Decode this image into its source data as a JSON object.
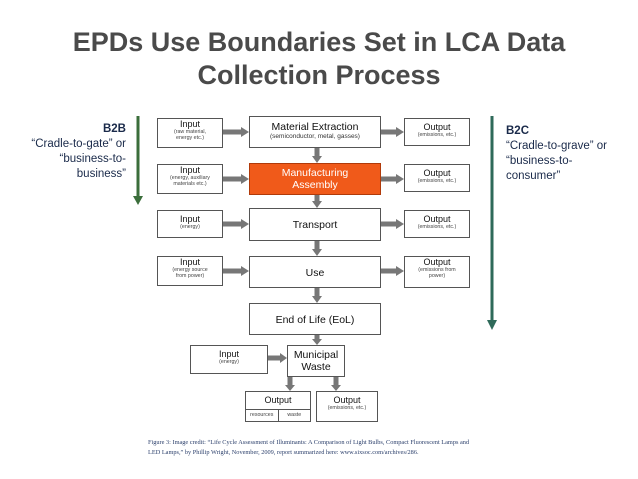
{
  "title": {
    "line1": "EPDs Use Boundaries Set in LCA Data",
    "line2": "Collection Process"
  },
  "b2b": {
    "heading": "B2B",
    "lines": [
      "“Cradle-to-gate” or",
      "“business-to-",
      "business”"
    ]
  },
  "b2c": {
    "heading": "B2C",
    "lines": [
      "“Cradle-to-grave” or",
      "“business-to-",
      "consumer”"
    ]
  },
  "stages": [
    {
      "title": "Material Extraction",
      "sub": "(semiconductor, metal, gasses)"
    },
    {
      "title": "Manufacturing",
      "title2": "Assembly",
      "sub": ""
    },
    {
      "title": "Transport",
      "sub": ""
    },
    {
      "title": "Use",
      "sub": ""
    },
    {
      "title": "End of Life (EoL)",
      "sub": ""
    }
  ],
  "inputs": [
    {
      "title": "Input",
      "sub1": "(raw material,",
      "sub2": "energy etc.)"
    },
    {
      "title": "Input",
      "sub1": "(energy, auxiliary",
      "sub2": "materials etc.)"
    },
    {
      "title": "Input",
      "sub1": "(energy)",
      "sub2": ""
    },
    {
      "title": "Input",
      "sub1": "(energy source",
      "sub2": "from power)"
    }
  ],
  "outputs": [
    {
      "title": "Output",
      "sub1": "(emissions, etc.)",
      "sub2": ""
    },
    {
      "title": "Output",
      "sub1": "(emissions, etc.)",
      "sub2": ""
    },
    {
      "title": "Output",
      "sub1": "(emissions, etc.)",
      "sub2": ""
    },
    {
      "title": "Output",
      "sub1": "(emissions from",
      "sub2": "power)"
    }
  ],
  "waste": {
    "input_title": "Input",
    "input_sub": "(energy)",
    "municipal_line1": "Municipal",
    "municipal_line2": "Waste",
    "output_left_title": "Output",
    "output_left_cell1": "resources",
    "output_left_cell2": "waste",
    "output_right_title": "Output",
    "output_right_sub": "(emissions, etc.)"
  },
  "caption": {
    "line1": "Figure 3:  Image credit: “Life Cycle Assessment of Illuminants: A Comparison of Light Bulbs, Compact Fluorescent Lamps and",
    "line2": "LED Lamps,” by Phillip Wright, November, 2009, report summarized here: www.sixsoc.com/archives/286."
  },
  "colors": {
    "title": "#4a4a4a",
    "manufacturing": "#f05a1a",
    "b2b_arrow": "#3b6e3b",
    "b2c_arrow": "#2f6a5a",
    "caption": "#2b3f6b"
  }
}
